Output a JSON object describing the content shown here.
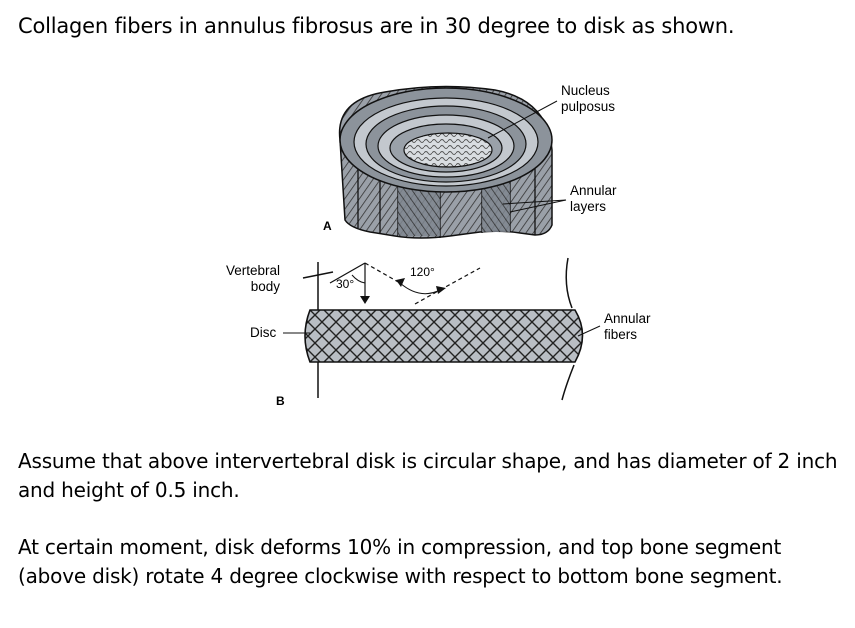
{
  "heading": "Collagen fibers in annulus fibrosus are in 30 degree to disk as shown.",
  "figure": {
    "label_nucleus_line1": "Nucleus",
    "label_nucleus_line2": "pulposus",
    "label_annular_layers_line1": "Annular",
    "label_annular_layers_line2": "layers",
    "label_A": "A",
    "label_vertebral_line1": "Vertebral",
    "label_vertebral_line2": "body",
    "label_disc": "Disc",
    "label_B": "B",
    "label_angle_30": "30°",
    "label_angle_120": "120°",
    "label_annular_fibers_line1": "Annular",
    "label_annular_fibers_line2": "fibers"
  },
  "paragraph1": "Assume that above intervertebral disk is circular shape, and has diameter of 2 inch and height of 0.5 inch.",
  "paragraph2": "At certain moment, disk deforms 10% in compression, and top bone segment (above disk) rotate 4 degree clockwise with respect to bottom bone segment."
}
